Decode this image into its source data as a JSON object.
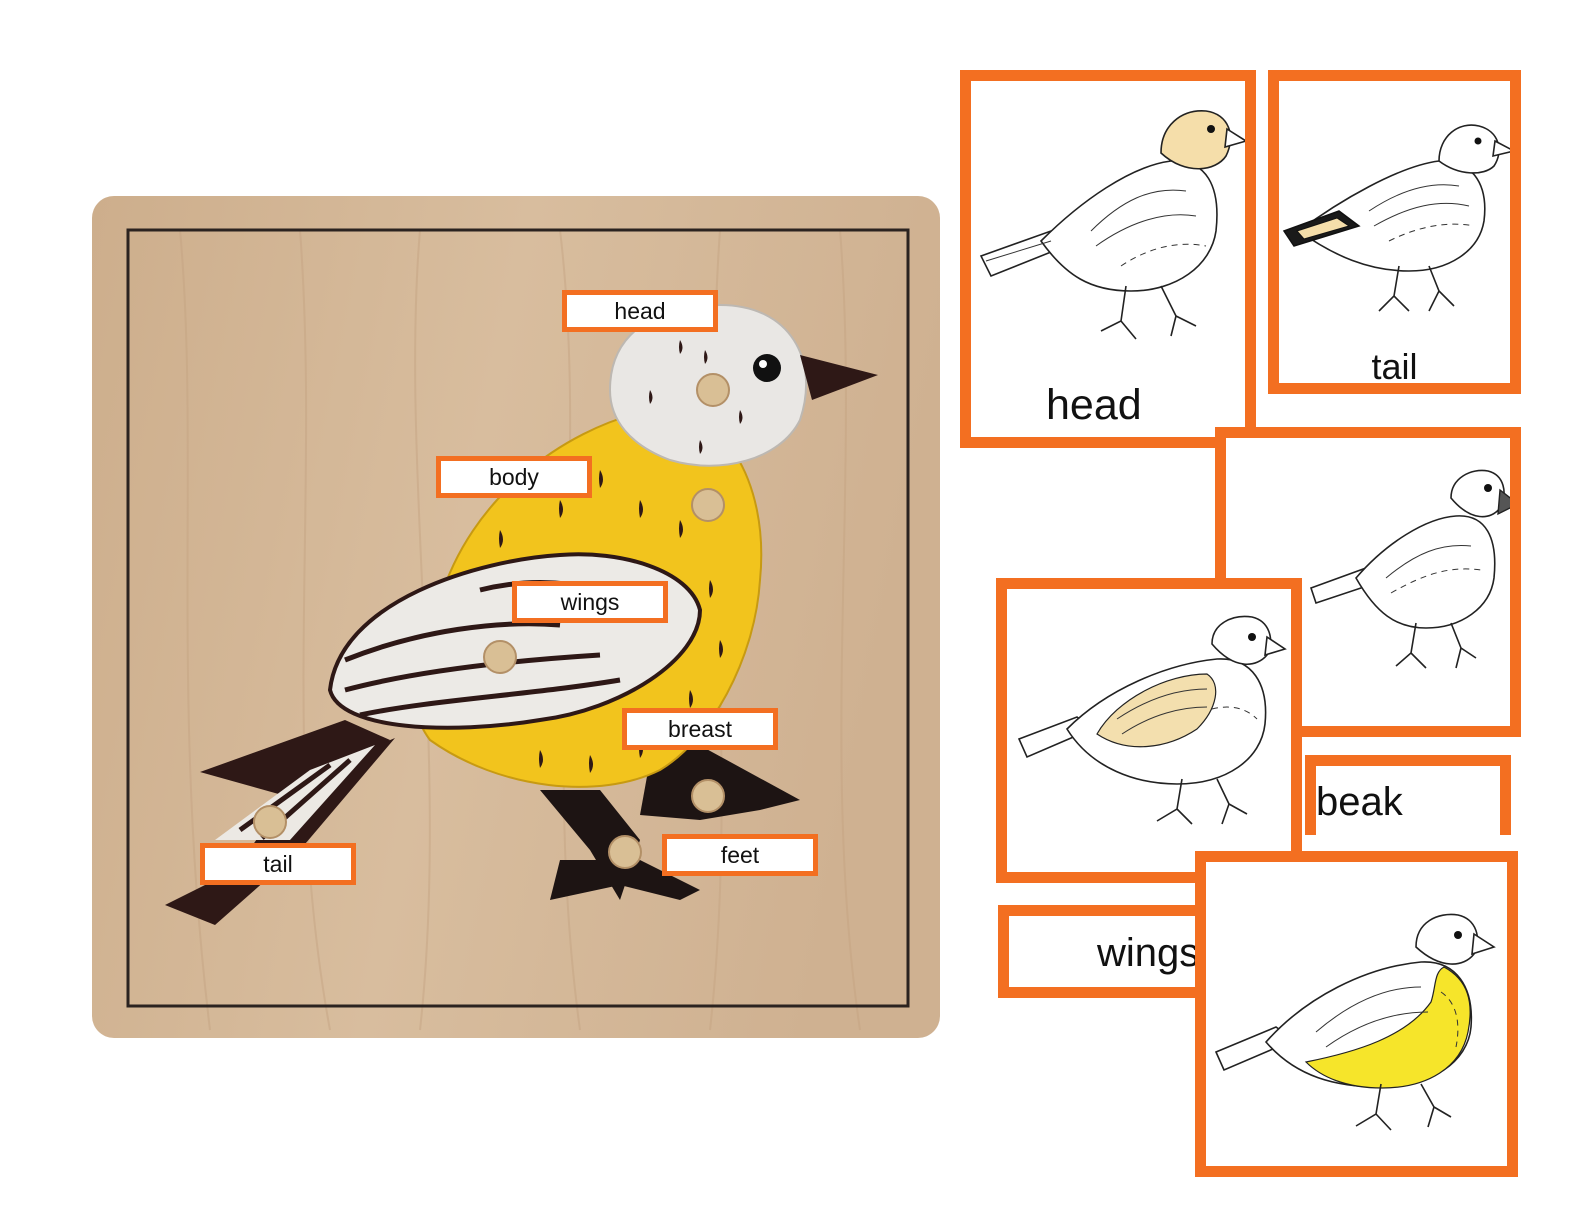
{
  "colors": {
    "accent": "#f36f21",
    "wood": "#d3b696",
    "bird_yellow": "#f2c41d",
    "bird_white": "#e9e7e4",
    "bird_dark": "#2e1816",
    "card_head_fill": "#f5deaa",
    "card_wing_fill": "#f3dfae",
    "card_breast_fill": "#f6e52a"
  },
  "puzzle": {
    "labels": {
      "head": "head",
      "body": "body",
      "wings": "wings",
      "breast": "breast",
      "tail": "tail",
      "feet": "feet"
    }
  },
  "cards": {
    "head": {
      "label": "head",
      "highlight": "head"
    },
    "tail": {
      "label": "tail",
      "highlight": "tail"
    },
    "beak_picture": {
      "highlight": "beak"
    },
    "beak": {
      "label": "beak"
    },
    "wings_picture": {
      "highlight": "wings"
    },
    "wings": {
      "label": "wings"
    },
    "breast_picture": {
      "highlight": "breast"
    }
  }
}
